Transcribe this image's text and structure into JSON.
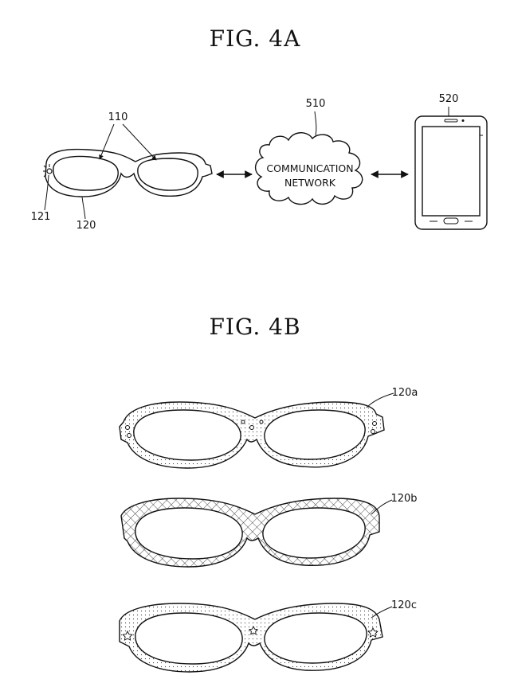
{
  "fig_a": {
    "title": "FIG.  4A",
    "labels": {
      "lens": "110",
      "light": "121",
      "frame": "120",
      "network": "510",
      "phone": "520"
    },
    "cloud": {
      "line1": "COMMUNICATION",
      "line2": "NETWORK"
    }
  },
  "fig_b": {
    "title": "FIG.  4B",
    "labels": {
      "frame_a": "120a",
      "frame_b": "120b",
      "frame_c": "120c"
    }
  }
}
